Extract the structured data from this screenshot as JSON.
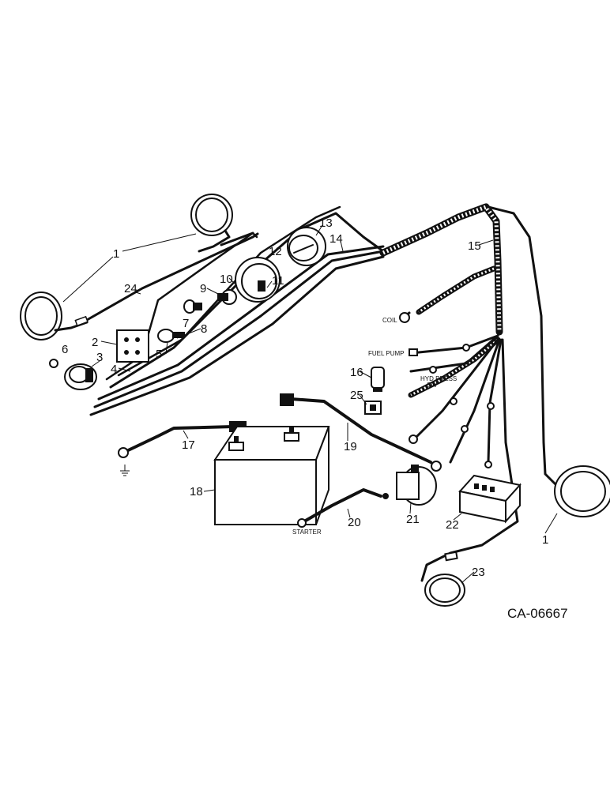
{
  "diagram": {
    "callouts": {
      "n1": "1",
      "n2": "2",
      "n3": "3",
      "n4": "4",
      "n5": "5",
      "n6": "6",
      "n7": "7",
      "n8": "8",
      "n9": "9",
      "n10": "10",
      "n11": "11",
      "n12": "12",
      "n13": "13",
      "n14": "14",
      "n15": "15",
      "n16": "16",
      "n17": "17",
      "n18": "18",
      "n19": "19",
      "n20": "20",
      "n21": "21",
      "n22": "22",
      "n23": "23",
      "n24": "24",
      "n25": "25"
    },
    "labels": {
      "coil": "COIL",
      "fuel_pump": "FUEL PUMP",
      "hyd_press": "HYD PRESS",
      "sw": "SW",
      "starter": "STARTER"
    },
    "drawing_code": "CA-06667"
  }
}
